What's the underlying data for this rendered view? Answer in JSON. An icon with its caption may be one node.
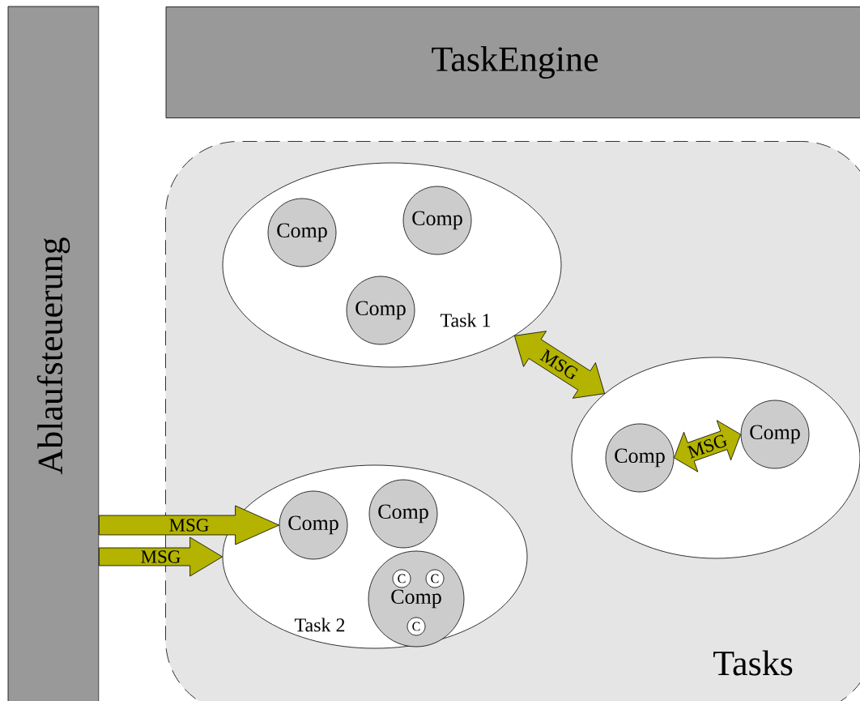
{
  "diagram": {
    "nodes": [
      {
        "text": [
          "Ablaufsteuerung"
        ]
      },
      {
        "text": [
          "TaskEngine"
        ]
      },
      {
        "text": [
          "Tasks"
        ]
      },
      {
        "text": [
          "Task 1"
        ],
        "in": 2
      },
      {
        "text": [
          "Comp"
        ],
        "in": 3
      },
      {
        "text": [
          "Comp"
        ],
        "in": 3
      },
      {
        "text": [
          "Comp"
        ],
        "in": 3
      },
      {
        "text": [],
        "shape": "ellipse",
        "in": 2
      },
      {
        "text": [
          "Comp"
        ],
        "in": 7
      },
      {
        "text": [
          "Comp"
        ],
        "in": 7
      },
      {
        "text": [
          "Task 2"
        ],
        "in": 2
      },
      {
        "text": [
          "Comp"
        ],
        "in": 10
      },
      {
        "text": [
          "Comp"
        ],
        "in": 10
      },
      {
        "text": [
          "Comp"
        ],
        "in": 10
      },
      {
        "text": [
          "C"
        ],
        "in": 13
      },
      {
        "text": [
          "C"
        ],
        "in": 13
      },
      {
        "text": [
          "C"
        ],
        "in": 13
      }
    ],
    "edges": [
      {
        "from": 0,
        "to": 11,
        "arrow": "to",
        "label": "MSG"
      },
      {
        "from": 0,
        "to": 10,
        "arrow": "to",
        "label": "MSG"
      },
      {
        "from": 3,
        "to": 7,
        "arrow": "both",
        "label": "MSG"
      },
      {
        "from": 8,
        "to": 9,
        "arrow": "both",
        "label": "MSG"
      }
    ]
  }
}
